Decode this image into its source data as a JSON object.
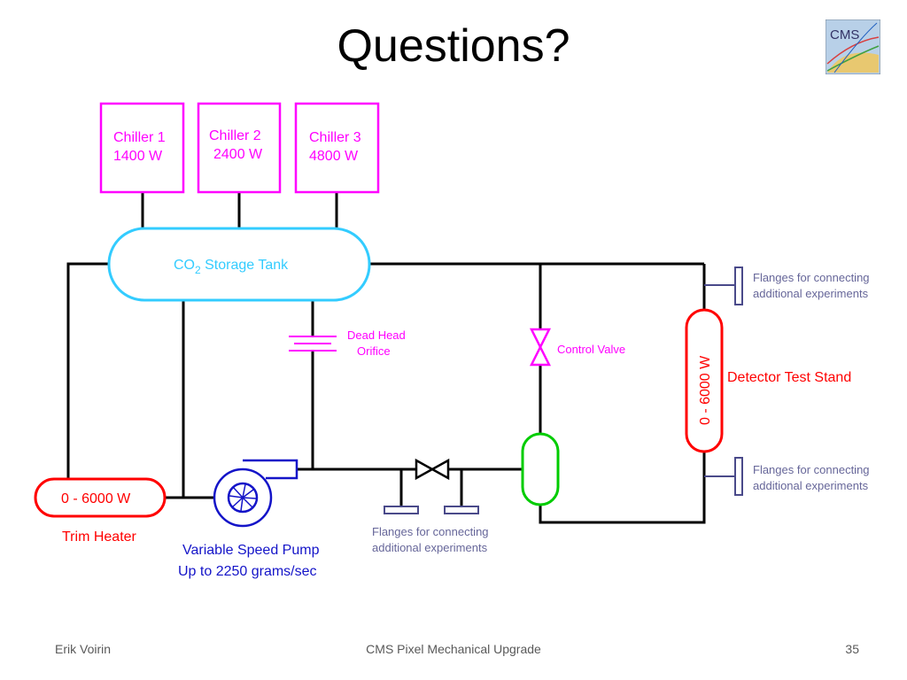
{
  "title": "Questions?",
  "logo": {
    "text": "CMS",
    "icon": "cms-logo-icon"
  },
  "colors": {
    "chiller": "#ff00ff",
    "tank": "#33ccff",
    "heater": "#ff0000",
    "pump": "#1414c8",
    "valve": "#ff00ff",
    "separator": "#00cc00",
    "flange": "#4a4a8a",
    "flange_text": "#666699",
    "pipe": "#000000"
  },
  "diagram": {
    "chillers": [
      {
        "line1": "Chiller 1",
        "line2": "1400 W"
      },
      {
        "line1": "Chiller 2",
        "line2": "2400 W"
      },
      {
        "line1": "Chiller 3",
        "line2": "4800 W"
      }
    ],
    "tank": {
      "label_main": "CO",
      "label_sub": "2",
      "label_rest": " Storage Tank"
    },
    "dead_head": {
      "line1": "Dead Head",
      "line2": "Orifice"
    },
    "control_valve": "Control Valve",
    "flanges_top": {
      "line1": "Flanges for connecting",
      "line2": "additional experiments"
    },
    "flanges_bottom": {
      "line1": "Flanges for connecting",
      "line2": "additional experiments"
    },
    "flanges_middle": {
      "line1": "Flanges for connecting",
      "line2": "additional experiments"
    },
    "detector": {
      "range": "0 - 6000 W",
      "label": "Detector Test Stand"
    },
    "heater": {
      "range": "0 - 6000 W",
      "label": "Trim Heater"
    },
    "pump": {
      "line1": "Variable Speed Pump",
      "line2": "Up to 2250 grams/sec"
    }
  },
  "footer": {
    "left": "Erik Voirin",
    "center": "CMS Pixel Mechanical Upgrade",
    "right": "35"
  }
}
